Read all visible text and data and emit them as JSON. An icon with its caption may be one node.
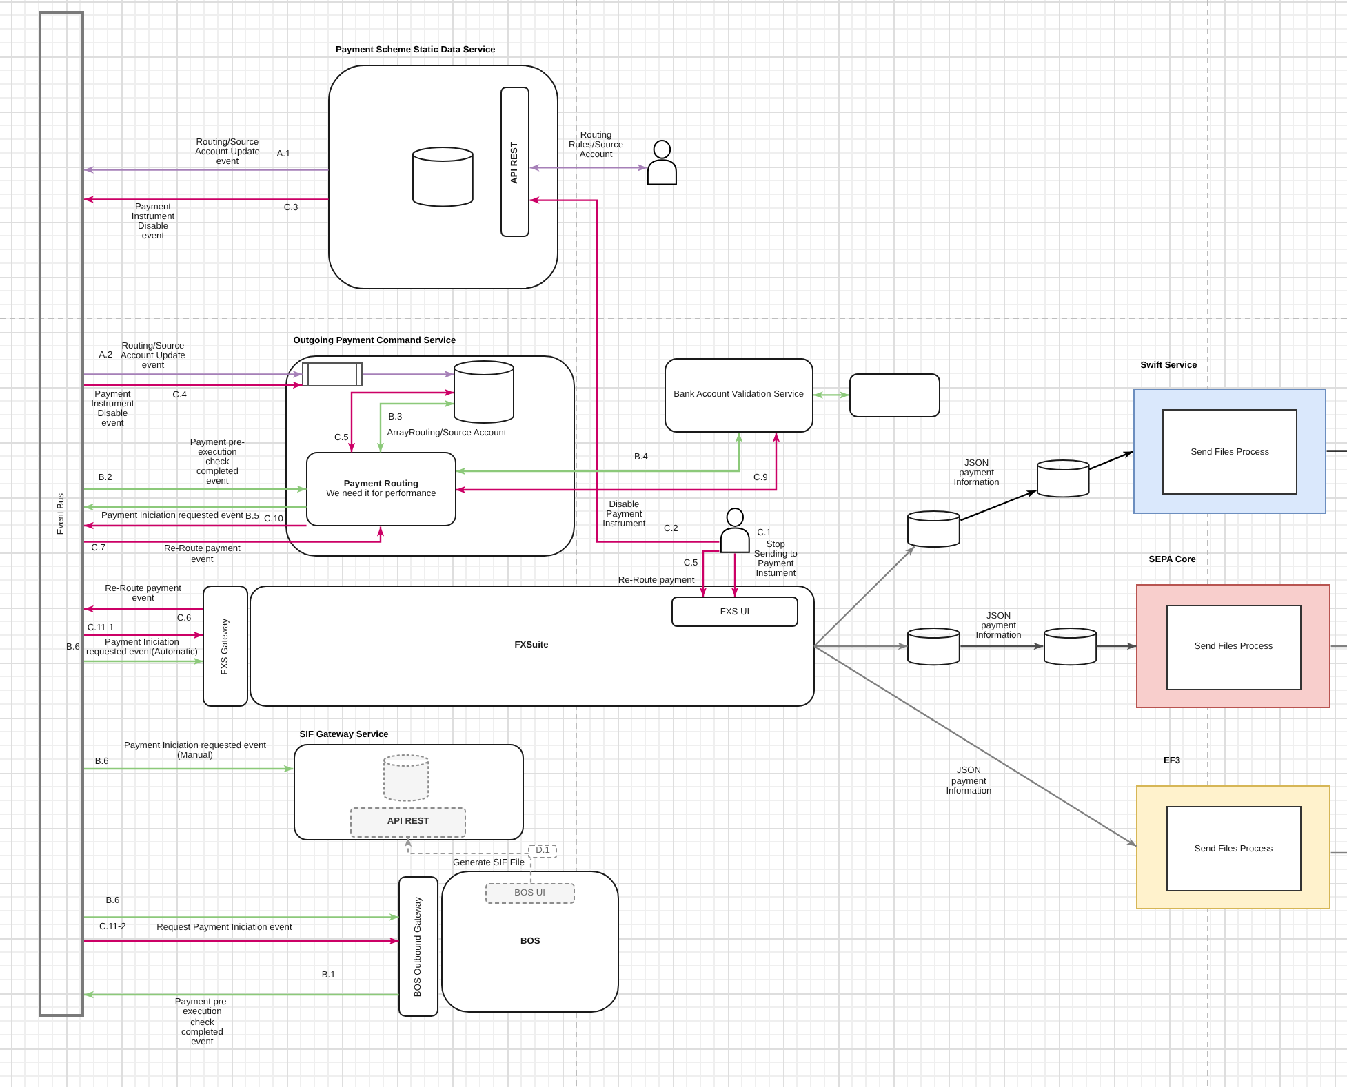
{
  "diagram": {
    "nodes": [
      {
        "text": [
          "Event Bus"
        ]
      },
      {
        "text": [
          "Payment Scheme Static Data Service"
        ]
      },
      {
        "text": [],
        "shape": "cylinder",
        "in": 1
      },
      {
        "text": [
          "API REST"
        ],
        "in": 1
      },
      {
        "text": [],
        "shape": "person"
      },
      {
        "text": [
          "Outgoing Payment Command Service"
        ]
      },
      {
        "text": [],
        "shape": "box",
        "in": 5
      },
      {
        "text": [],
        "shape": "cylinder",
        "in": 5
      },
      {
        "text": [
          "Payment Routing",
          "We need it for performance"
        ],
        "in": 5
      },
      {
        "text": [
          "Bank Account Validation Service"
        ]
      },
      {
        "text": [],
        "shape": "box"
      },
      {
        "text": [],
        "shape": "person"
      },
      {
        "text": [
          "FXS Gateway"
        ]
      },
      {
        "text": [
          "FXSuite"
        ]
      },
      {
        "text": [
          "FXS UI"
        ],
        "in": 13
      },
      {
        "text": [],
        "shape": "cylinder"
      },
      {
        "text": [],
        "shape": "cylinder"
      },
      {
        "text": [
          "Swift Service"
        ]
      },
      {
        "text": [
          "Send Files Process"
        ],
        "in": 17
      },
      {
        "text": [],
        "shape": "cylinder"
      },
      {
        "text": [],
        "shape": "cylinder"
      },
      {
        "text": [
          "SEPA Core"
        ]
      },
      {
        "text": [
          "Send Files Process"
        ],
        "in": 21
      },
      {
        "text": [
          "EF3"
        ]
      },
      {
        "text": [
          "Send Files Process"
        ],
        "in": 23
      },
      {
        "text": [
          "SIF Gateway Service"
        ]
      },
      {
        "text": [],
        "shape": "cylinder",
        "in": 25
      },
      {
        "text": [
          "API REST"
        ],
        "in": 25
      },
      {
        "text": [
          "D.1"
        ]
      },
      {
        "text": [
          "BOS Outbound Gateway"
        ]
      },
      {
        "text": [
          "BOS"
        ]
      },
      {
        "text": [
          "BOS UI"
        ],
        "in": 30
      }
    ],
    "edges": [
      {
        "from": 1,
        "to": 0,
        "arrow": "to",
        "label": "Routing/Source Account Update event",
        "color": "#a680b8"
      },
      {
        "from": 1,
        "to": 0,
        "arrow": "to",
        "label": "Payment Instrument Disable event",
        "color": "#cc0066"
      },
      {
        "from": 3,
        "to": 4,
        "arrow": "both",
        "label": "Routing Rules/Source Account",
        "color": "#a680b8"
      },
      {
        "from": 11,
        "to": 3,
        "arrow": "to",
        "label": "Disable Payment Instrument",
        "color": "#cc0066"
      },
      {
        "from": 0,
        "to": 6,
        "arrow": "to",
        "label": "Routing/Source Account Update event",
        "color": "#a680b8"
      },
      {
        "from": 6,
        "to": 7,
        "arrow": "to",
        "color": "#a680b8"
      },
      {
        "from": 0,
        "to": 6,
        "arrow": "to",
        "label": "Payment Instrument Disable event",
        "color": "#cc0066"
      },
      {
        "from": 7,
        "to": 8,
        "arrow": "both",
        "color": "#cc0066"
      },
      {
        "from": 7,
        "to": 8,
        "arrow": "both",
        "label": "ArrayRouting/Source Account",
        "color": "#8cc97a"
      },
      {
        "from": 0,
        "to": 8,
        "arrow": "to",
        "label": "Payment pre-execution check completed event",
        "color": "#8cc97a"
      },
      {
        "from": 8,
        "to": 0,
        "arrow": "to",
        "label": "Payment Iniciation requested event",
        "color": "#8cc97a"
      },
      {
        "from": 8,
        "to": 0,
        "arrow": "to",
        "color": "#cc0066"
      },
      {
        "from": 0,
        "to": 8,
        "arrow": "to",
        "label": "Re-Route payment event",
        "color": "#cc0066"
      },
      {
        "from": 9,
        "to": 8,
        "arrow": "both",
        "color": "#8cc97a"
      },
      {
        "from": 9,
        "to": 8,
        "arrow": "both",
        "color": "#cc0066"
      },
      {
        "from": 9,
        "to": 10,
        "arrow": "both",
        "color": "#8cc97a"
      },
      {
        "from": 11,
        "to": 14,
        "arrow": "to",
        "label": "Re-Route payment",
        "color": "#cc0066"
      },
      {
        "from": 11,
        "to": 14,
        "arrow": "to",
        "label": "Stop Sending to Payment Instument",
        "color": "#cc0066"
      },
      {
        "from": 12,
        "to": 0,
        "arrow": "to",
        "label": "Re-Route payment event",
        "color": "#cc0066"
      },
      {
        "from": 0,
        "to": 12,
        "arrow": "to",
        "color": "#cc0066"
      },
      {
        "from": 0,
        "to": 12,
        "arrow": "to",
        "label": "Payment Iniciation requested event(Automatic)",
        "color": "#8cc97a"
      },
      {
        "from": 13,
        "to": 15,
        "arrow": "to",
        "color": "#808080"
      },
      {
        "from": 15,
        "to": 16,
        "arrow": "to",
        "label": "JSON payment Information",
        "color": "#000000"
      },
      {
        "from": 16,
        "to": 17,
        "arrow": "to",
        "color": "#000000"
      },
      {
        "from": 17,
        "to": null,
        "arrow": "none",
        "color": "#000000"
      },
      {
        "from": 13,
        "to": 19,
        "arrow": "to",
        "color": "#808080"
      },
      {
        "from": 19,
        "to": 20,
        "arrow": "to",
        "label": "JSON payment Information",
        "color": "#4d4d4d"
      },
      {
        "from": 20,
        "to": 21,
        "arrow": "to",
        "color": "#4d4d4d"
      },
      {
        "from": 21,
        "to": null,
        "arrow": "none",
        "color": "#808080"
      },
      {
        "from": 13,
        "to": 23,
        "arrow": "to",
        "label": "JSON payment Information",
        "color": "#808080"
      },
      {
        "from": 23,
        "to": null,
        "arrow": "none",
        "color": "#808080"
      },
      {
        "from": 0,
        "to": 25,
        "arrow": "to",
        "label": "Payment Iniciation requested event (Manual)",
        "color": "#8cc97a"
      },
      {
        "from": 31,
        "to": 28,
        "arrow": "none",
        "label": "Generate SIF File",
        "style": "dashed",
        "color": "#999999"
      },
      {
        "from": 28,
        "to": 27,
        "arrow": "to",
        "style": "dashed",
        "color": "#999999"
      },
      {
        "from": 0,
        "to": 29,
        "arrow": "to",
        "color": "#8cc97a"
      },
      {
        "from": 0,
        "to": 29,
        "arrow": "to",
        "label": "Request Payment Iniciation event",
        "color": "#cc0066"
      },
      {
        "from": 29,
        "to": 0,
        "arrow": "to",
        "label": "Payment pre-execution check completed event",
        "color": "#8cc97a"
      }
    ],
    "labels": [
      "A.1",
      "C.3",
      "A.2",
      "C.4",
      "B.3",
      "C.5",
      "B.4",
      "B.2",
      "C.9",
      "B.5",
      "C.10",
      "C.2",
      "C.1",
      "C.7",
      "C.5",
      "C.6",
      "C.11-1",
      "B.6",
      "B.6",
      "B.6",
      "C.11-2",
      "B.1"
    ]
  }
}
